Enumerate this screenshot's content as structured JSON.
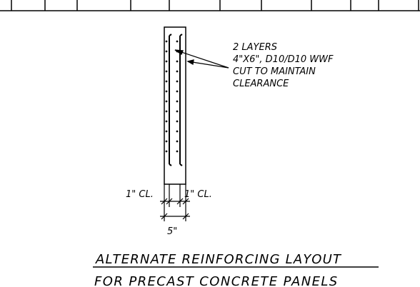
{
  "callout": {
    "line1": "2 LAYERS",
    "line2": "4\"X6\", D10/D10 WWF",
    "line3": "CUT TO MAINTAIN",
    "line4": "CLEARANCE"
  },
  "dimensions": {
    "clear_left": "1\" CL.",
    "clear_right": "1\" CL.",
    "thickness": "5\""
  },
  "title": {
    "line1": "ALTERNATE REINFORCING LAYOUT",
    "line2": "FOR PRECAST CONCRETE PANELS"
  }
}
